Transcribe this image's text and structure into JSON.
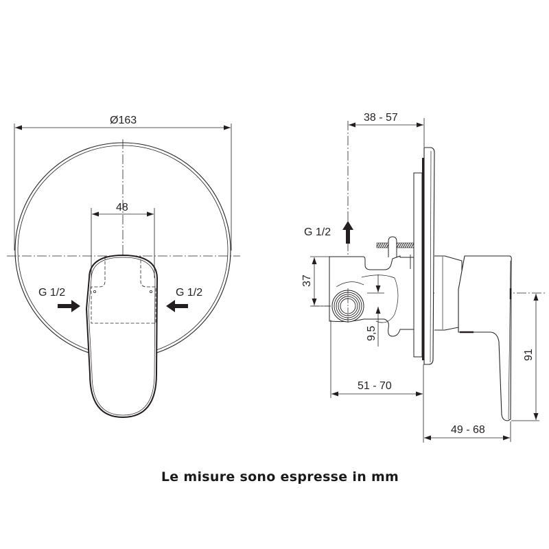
{
  "drawing": {
    "front_view": {
      "diameter_label": "Ø163",
      "spacing_label": "48",
      "inlet_left_label": "G 1/2",
      "inlet_right_label": "G 1/2"
    },
    "side_view": {
      "depth_top_label": "38 - 57",
      "outlet_label": "G 1/2",
      "height_37_label": "37",
      "offset_label": "9,5",
      "depth_body_label": "51 - 70",
      "handle_depth_label": "49 - 68",
      "handle_height_label": "91"
    },
    "colors": {
      "line": "#231f20",
      "text": "#231f20",
      "background": "#ffffff"
    }
  },
  "caption": "Le misure sono espresse in mm"
}
